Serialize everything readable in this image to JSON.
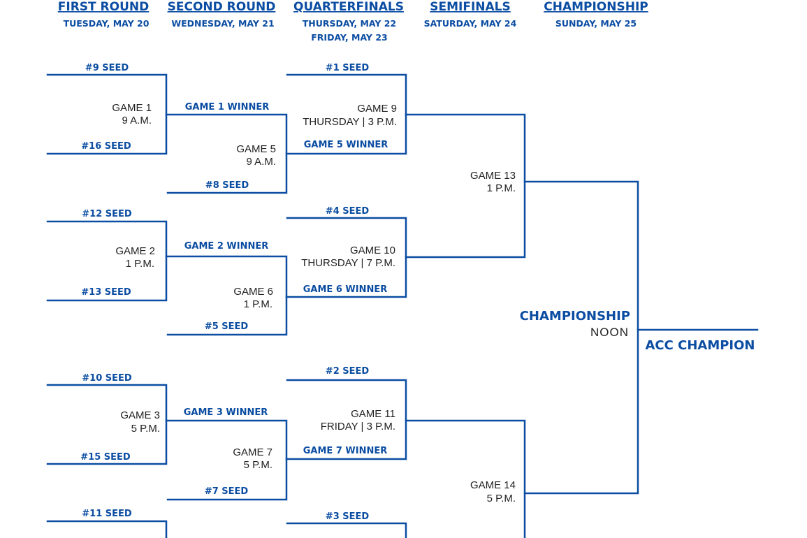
{
  "rounds": [
    {
      "name": "FIRST ROUND",
      "date": "TUESDAY, MAY 20"
    },
    {
      "name": "SECOND ROUND",
      "date": "WEDNESDAY, MAY 21"
    },
    {
      "name": "QUARTERFINALS",
      "date": "THURSDAY, MAY 22",
      "date2": "FRIDAY, MAY 23"
    },
    {
      "name": "SEMIFINALS",
      "date": "SATURDAY, MAY 24"
    },
    {
      "name": "CHAMPIONSHIP",
      "date": "SUNDAY, MAY 25"
    }
  ],
  "first_round": {
    "seeds": [
      "#9 SEED",
      "#16 SEED",
      "#12 SEED",
      "#13 SEED",
      "#10 SEED",
      "#15 SEED",
      "#11 SEED"
    ],
    "games": [
      {
        "game": "GAME 1",
        "time": "9 A.M."
      },
      {
        "game": "GAME 2",
        "time": "1 P.M."
      },
      {
        "game": "GAME 3",
        "time": "5 P.M."
      }
    ]
  },
  "second_round": {
    "slots": [
      "GAME 1 WINNER",
      "#8 SEED",
      "GAME 2 WINNER",
      "#5 SEED",
      "GAME 3 WINNER",
      "#7 SEED"
    ],
    "games": [
      {
        "game": "GAME 5",
        "time": "9 A.M."
      },
      {
        "game": "GAME 6",
        "time": "1 P.M."
      },
      {
        "game": "GAME 7",
        "time": "5 P.M."
      }
    ]
  },
  "quarterfinals": {
    "slots": [
      "#1 SEED",
      "GAME 5 WINNER",
      "#4 SEED",
      "GAME 6 WINNER",
      "#2 SEED",
      "GAME 7 WINNER",
      "#3 SEED"
    ],
    "games": [
      {
        "game": "GAME 9",
        "time": "THURSDAY | 3 P.M."
      },
      {
        "game": "GAME 10",
        "time": "THURSDAY | 7 P.M."
      },
      {
        "game": "GAME 11",
        "time": "FRIDAY | 3 P.M."
      }
    ]
  },
  "semifinals": {
    "games": [
      {
        "game": "GAME 13",
        "time": "1 P.M."
      },
      {
        "game": "GAME 14",
        "time": "5 P.M."
      }
    ]
  },
  "championship": {
    "title": "CHAMPIONSHIP",
    "time": "NOON",
    "winner": "ACC CHAMPION"
  },
  "colors": {
    "accent": "#0b4da2",
    "text": "#222222"
  }
}
